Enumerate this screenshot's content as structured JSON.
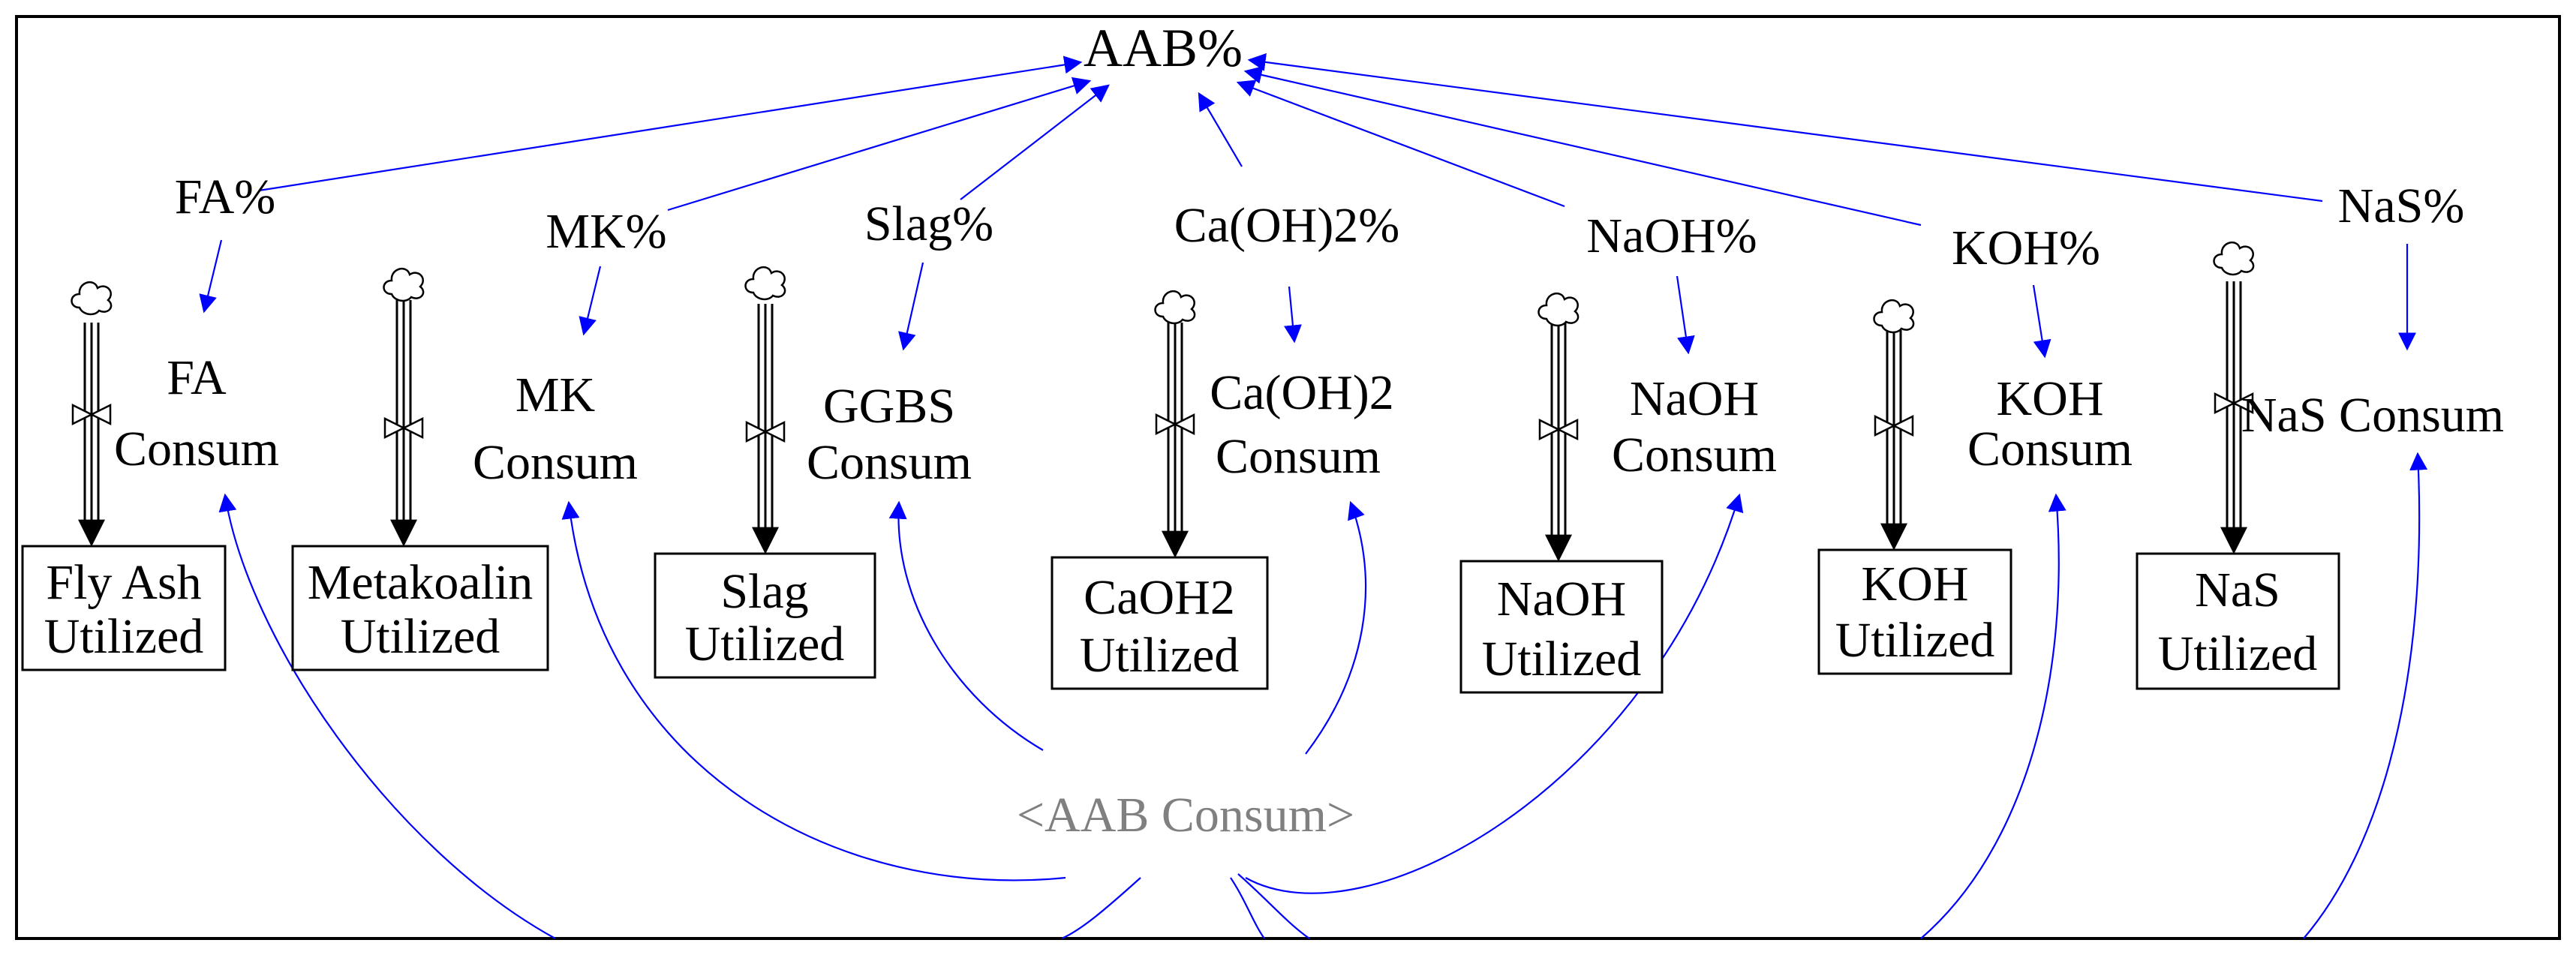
{
  "diagram": {
    "type": "system-dynamics stock-flow",
    "colors": {
      "link": "#0000ff",
      "shadow_label": "#808080",
      "text": "#000000"
    },
    "root_variable": "AAB%",
    "shadow_variable": "<AAB Consum>",
    "percent_variables": [
      "FA%",
      "MK%",
      "Slag%",
      "Ca(OH)2%",
      "NaOH%",
      "KOH%",
      "NaS%"
    ],
    "flows": [
      [
        "FA",
        "Consum"
      ],
      [
        "MK",
        "Consum"
      ],
      [
        "GGBS",
        "Consum"
      ],
      [
        "Ca(OH)2",
        "Consum"
      ],
      [
        "NaOH",
        "Consum"
      ],
      [
        "KOH",
        "Consum"
      ],
      [
        "NaS Consum"
      ]
    ],
    "stocks": [
      [
        "Fly Ash",
        "Utilized"
      ],
      [
        "Metakoalin",
        "Utilized"
      ],
      [
        "Slag",
        "Utilized"
      ],
      [
        "CaOH2",
        "Utilized"
      ],
      [
        "NaOH",
        "Utilized"
      ],
      [
        "KOH",
        "Utilized"
      ],
      [
        "NaS",
        "Utilized"
      ]
    ],
    "icons": {
      "source": "cloud-icon",
      "valve": "valve-icon"
    }
  }
}
